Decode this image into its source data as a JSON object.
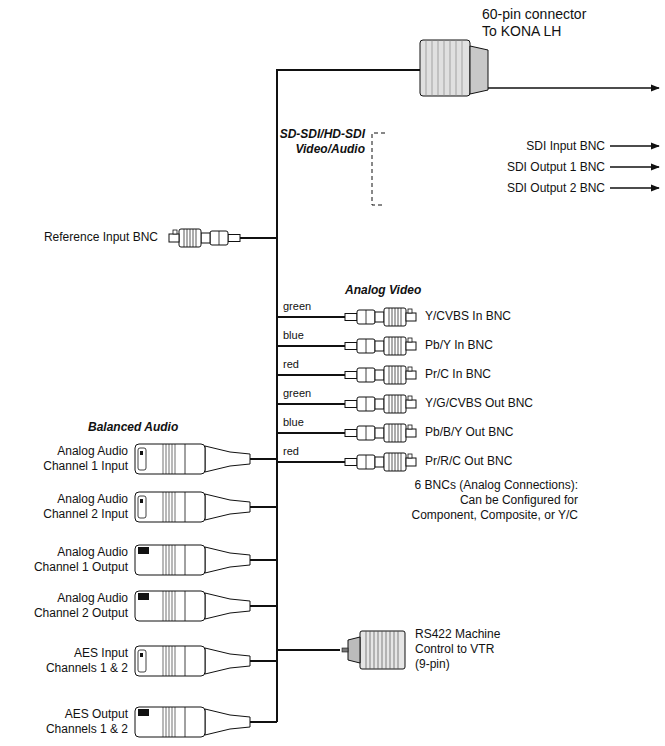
{
  "diagram": {
    "labels": [
      "60-pin connector To KONA LH",
      "SD-SDI/HD-SDI Video/Audio",
      "SDI Input BNC",
      "SDI Output 1 BNC",
      "SDI Output 2 BNC",
      "Reference Input BNC",
      "Analog Video",
      "green",
      "Y/CVBS In BNC",
      "blue",
      "Pb/Y In BNC",
      "red",
      "Pr/C In BNC",
      "green",
      "Y/G/CVBS Out BNC",
      "blue",
      "Pb/B/Y Out BNC",
      "red",
      "Pr/R/C Out BNC",
      "6 BNCs (Analog Connections): Can be Configured for Component, Composite, or Y/C",
      "Balanced Audio",
      "Analog Audio Channel 1 Input",
      "Analog Audio Channel 2 Input",
      "Analog Audio Channel 1 Output",
      "Analog Audio Channel 2 Output",
      "AES Input Channels 1 & 2",
      "AES Output Channels 1 & 2",
      "RS422 Machine Control to VTR (9-pin)"
    ]
  }
}
